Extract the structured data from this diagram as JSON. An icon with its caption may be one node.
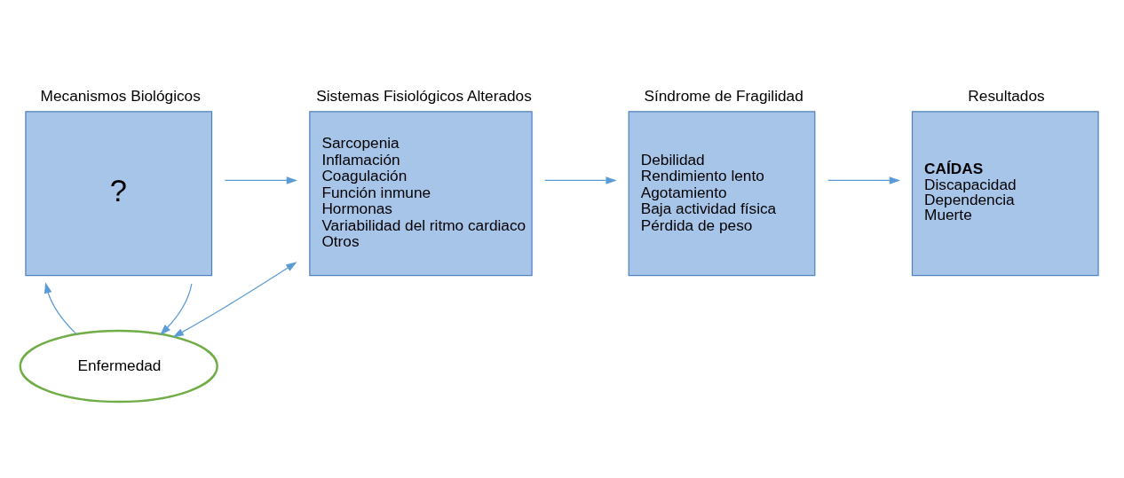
{
  "diagram": {
    "nodes": [
      {
        "text": [
          "Mecanismos Biológicos",
          "?"
        ]
      },
      {
        "text": [
          "Sistemas Fisiológicos Alterados",
          "Sarcopenia",
          "Inflamación",
          "Coagulación",
          "Función inmune",
          "Hormonas",
          "Variabilidad del ritmo cardiaco",
          "Otros"
        ]
      },
      {
        "text": [
          "Síndrome de Fragilidad",
          "Debilidad",
          "Rendimiento lento",
          "Agotamiento",
          "Baja actividad física",
          "Pérdida de peso"
        ]
      },
      {
        "text": [
          "Resultados",
          "CAÍDAS",
          "Discapacidad",
          "Dependencia",
          "Muerte"
        ]
      },
      {
        "text": [
          "Enfermedad"
        ]
      }
    ],
    "edges": [
      {
        "from": 0,
        "to": 1,
        "arrow": "to"
      },
      {
        "from": 1,
        "to": 2,
        "arrow": "to"
      },
      {
        "from": 2,
        "to": 3,
        "arrow": "to"
      },
      {
        "from": 0,
        "to": 4,
        "arrow": "to"
      },
      {
        "from": 4,
        "to": 0,
        "arrow": "to"
      },
      {
        "from": 1,
        "to": 4,
        "arrow": "both"
      }
    ]
  }
}
